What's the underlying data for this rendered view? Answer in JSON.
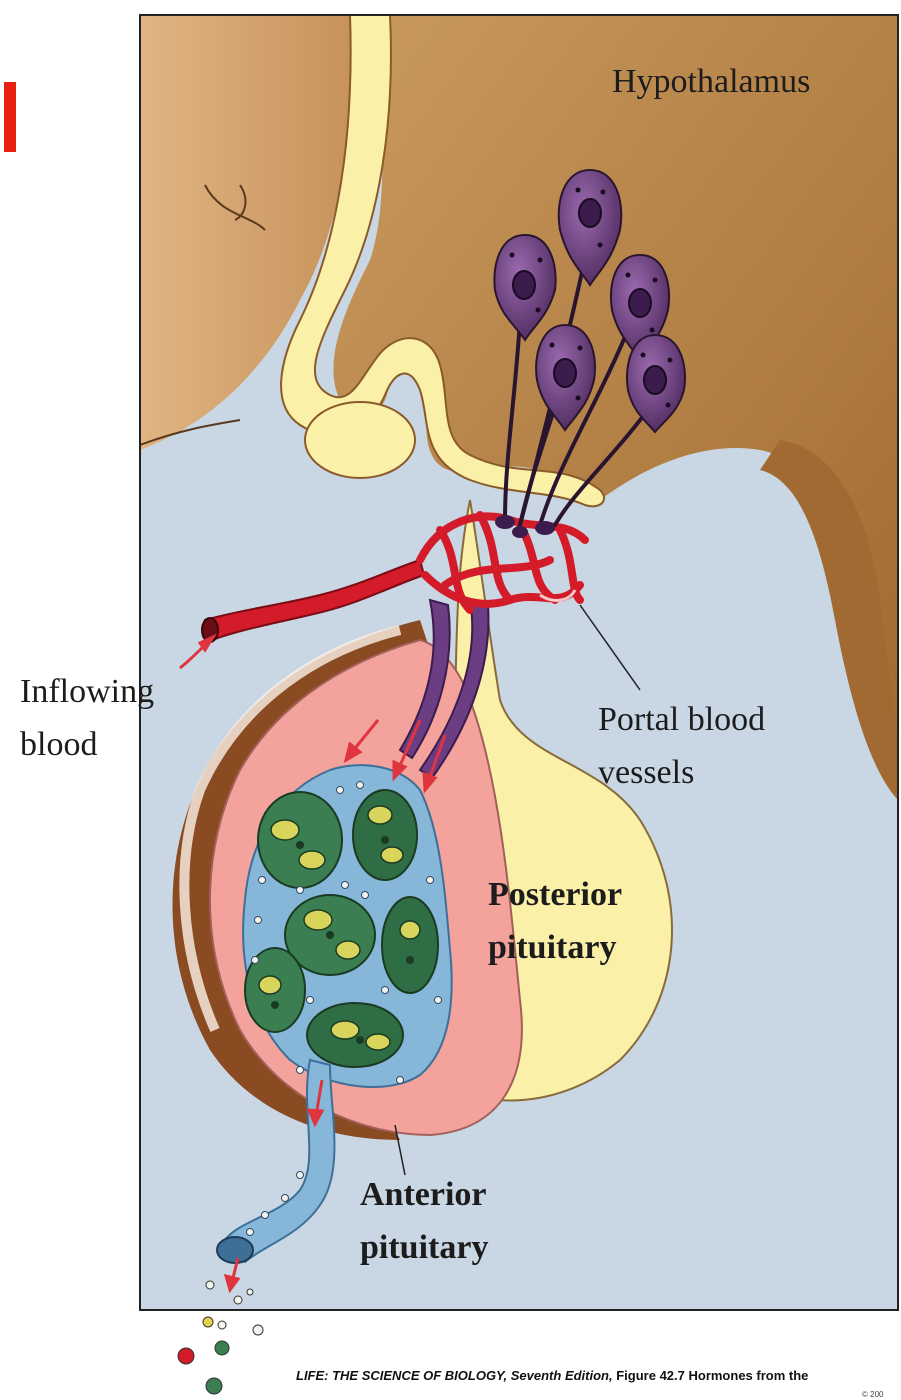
{
  "labels": {
    "hypothalamus": "Hypothalamus",
    "inflowing_line1": "Inflowing",
    "inflowing_line2": "blood",
    "portal_line1": "Portal blood",
    "portal_line2": "vessels",
    "posterior_line1": "Posterior",
    "posterior_line2": "pituitary",
    "anterior_line1": "Anterior",
    "anterior_line2": "pituitary"
  },
  "caption": {
    "book_title": "LIFE: THE SCIENCE OF BIOLOGY, Seventh Edition,",
    "figure": "Figure 42.7 Hormones from the",
    "copyright": "© 200"
  },
  "colors": {
    "background_blue": "#c8d7e3",
    "brain_tan": "#b98345",
    "tissue_cream": "#faf0a8",
    "neuron_purple": "#6e3f7f",
    "blood_red": "#d41b2a",
    "anterior_pink": "#f3a39c",
    "capillary_blue": "#86b7d9",
    "cell_green": "#3a7e52",
    "cell_yellow": "#d8d45c",
    "accent_red_bar": "#e8200f"
  }
}
